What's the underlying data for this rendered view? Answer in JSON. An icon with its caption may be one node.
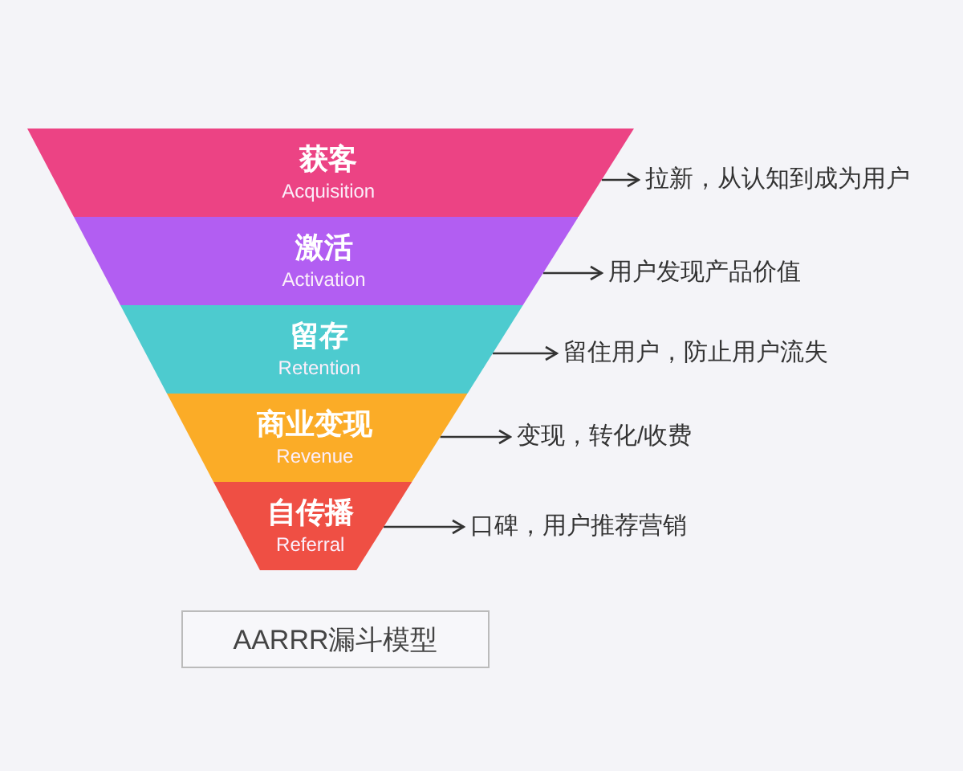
{
  "diagram": {
    "nodes": [
      {
        "text": [
          "获客",
          "Acquisition"
        ]
      },
      {
        "text": [
          "激活",
          "Activation"
        ]
      },
      {
        "text": [
          "留存",
          "Retention"
        ]
      },
      {
        "text": [
          "商业变现",
          "Revenue"
        ]
      },
      {
        "text": [
          "自传播",
          "Referral"
        ]
      },
      {
        "text": [
          "拉新，从认知到成为用户"
        ]
      },
      {
        "text": [
          "用户发现产品价值"
        ]
      },
      {
        "text": [
          "留住用户，防止用户流失"
        ]
      },
      {
        "text": [
          "变现，转化/收费"
        ]
      },
      {
        "text": [
          "口碑，用户推荐营销"
        ]
      },
      {
        "text": [
          "AARRR漏斗模型"
        ]
      }
    ],
    "edges": [
      {
        "from": 0,
        "to": 5,
        "arrow": "to"
      },
      {
        "from": 1,
        "to": 6,
        "arrow": "to"
      },
      {
        "from": 2,
        "to": 7,
        "arrow": "to"
      },
      {
        "from": 3,
        "to": 8,
        "arrow": "to"
      },
      {
        "from": 4,
        "to": 9,
        "arrow": "to"
      }
    ]
  }
}
